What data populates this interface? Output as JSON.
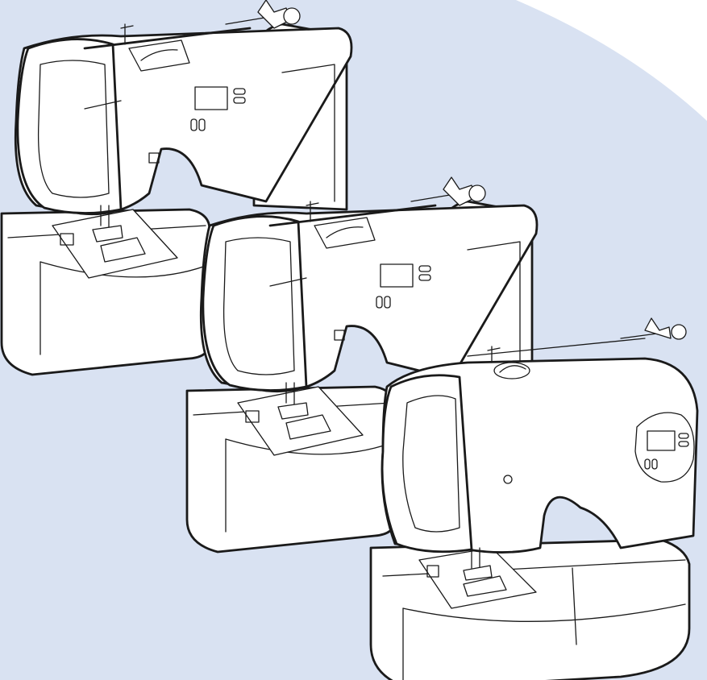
{
  "palette": {
    "background": "#d9e2f2",
    "corner": "#ffffff",
    "machine_body": "#ffffff",
    "outline": "#1a1a1a"
  },
  "machines": [
    {
      "name": "sewing-machine-back",
      "style": "rectangular panel with rectangular display"
    },
    {
      "name": "sewing-machine-middle",
      "style": "rectangular panel with rectangular display"
    },
    {
      "name": "sewing-machine-front",
      "style": "rounded body with round display panel"
    }
  ]
}
